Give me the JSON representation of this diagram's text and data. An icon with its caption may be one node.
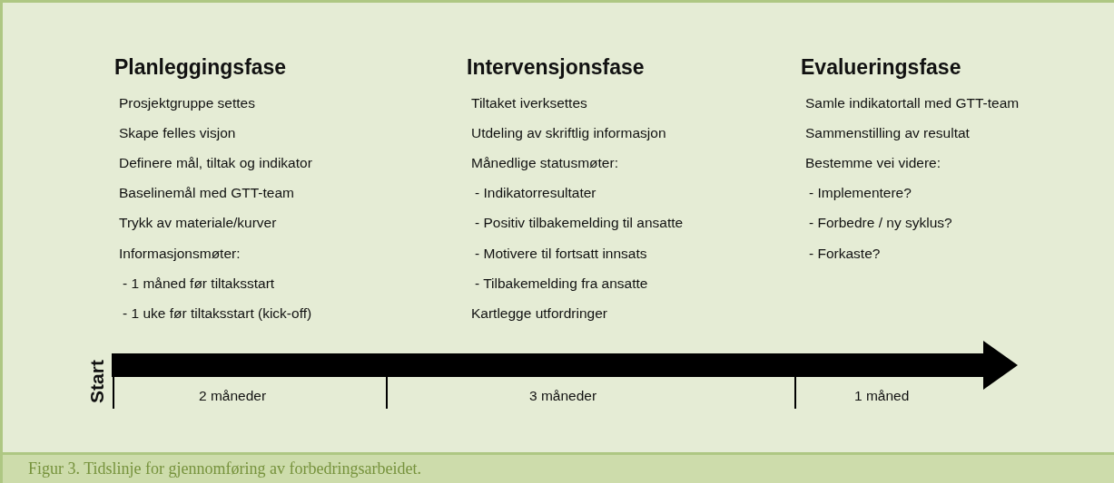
{
  "diagram": {
    "caption": "Figur 3. Tidslinje for gjennomføring av forbedringsarbeidet.",
    "labels": [
      "Planleggingsfase",
      "Prosjektgruppe settes",
      "Skape felles visjon",
      "Definere mål, tiltak og indikator",
      "Baselinemål med GTT-team",
      "Trykk av materiale/kurver",
      "Informasjonsmøter:",
      "- 1 måned før tiltaksstart",
      "- 1 uke før tiltaksstart (kick-off)",
      "Intervensjonsfase",
      "Tiltaket iverksettes",
      "Utdeling av skriftlig informasjon",
      "Månedlige statusmøter:",
      "- Indikatorresultater",
      "- Positiv tilbakemelding til ansatte",
      "- Motivere til fortsatt innsats",
      "- Tilbakemelding fra ansatte",
      "Kartlegge utfordringer",
      "Evalueringsfase",
      "Samle indikatortall med GTT-team",
      "Sammenstilling av resultat",
      "Bestemme vei videre:",
      "- Implementere?",
      "- Forbedre / ny syklus?",
      "- Forkaste?",
      "Start",
      "2 måneder",
      "3 måneder",
      "1 måned"
    ]
  }
}
